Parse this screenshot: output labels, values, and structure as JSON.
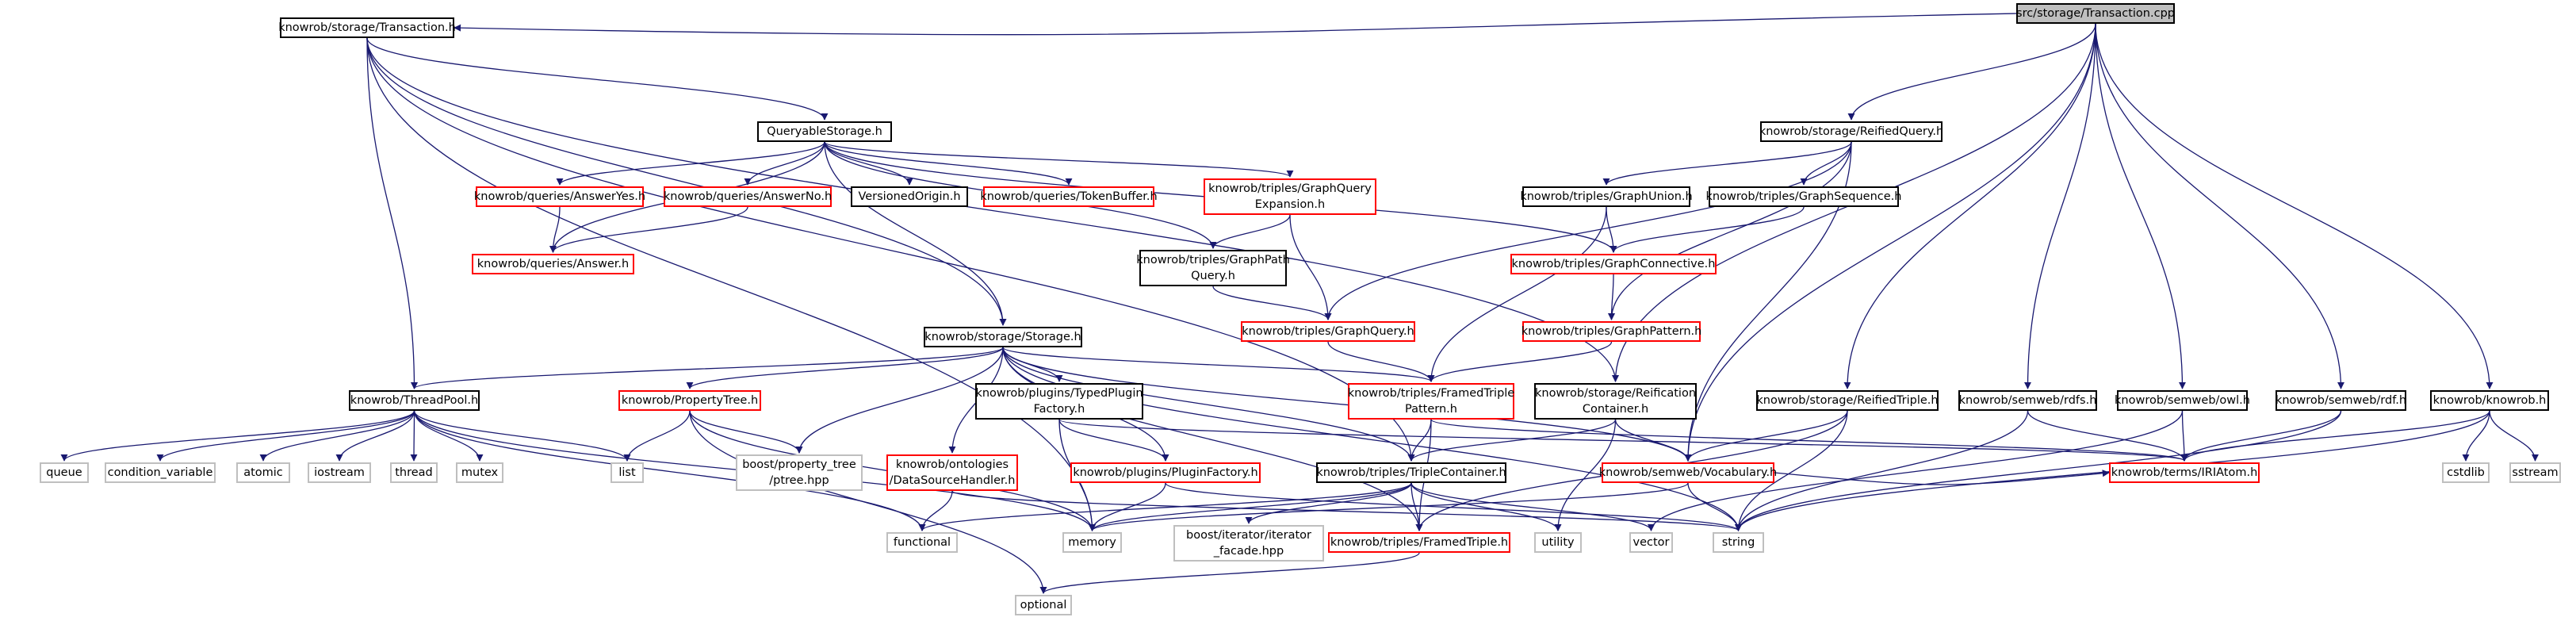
{
  "diagram": {
    "nodes": [
      {
        "id": "root",
        "label": "src/storage/Transaction.cpp",
        "style": "root"
      },
      {
        "id": "txn",
        "label": "knowrob/storage/Transaction.h",
        "style": "normal"
      },
      {
        "id": "qs",
        "label": "QueryableStorage.h",
        "style": "normal"
      },
      {
        "id": "reifq",
        "label": "knowrob/storage/ReifiedQuery.h",
        "style": "normal"
      },
      {
        "id": "ayes",
        "label": "knowrob/queries/AnswerYes.h",
        "style": "red"
      },
      {
        "id": "ano",
        "label": "knowrob/queries/AnswerNo.h",
        "style": "red"
      },
      {
        "id": "vorig",
        "label": "VersionedOrigin.h",
        "style": "normal"
      },
      {
        "id": "tokbuf",
        "label": "knowrob/queries/TokenBuffer.h",
        "style": "red"
      },
      {
        "id": "gqexp",
        "label": "knowrob/triples/GraphQuery\nExpansion.h",
        "style": "red"
      },
      {
        "id": "gunion",
        "label": "knowrob/triples/GraphUnion.h",
        "style": "normal"
      },
      {
        "id": "gseq",
        "label": "knowrob/triples/GraphSequence.h",
        "style": "normal"
      },
      {
        "id": "answer",
        "label": "knowrob/queries/Answer.h",
        "style": "red"
      },
      {
        "id": "gpath",
        "label": "knowrob/triples/GraphPath\nQuery.h",
        "style": "normal"
      },
      {
        "id": "gconn",
        "label": "knowrob/triples/GraphConnective.h",
        "style": "red"
      },
      {
        "id": "storage",
        "label": "knowrob/storage/Storage.h",
        "style": "normal"
      },
      {
        "id": "gquery",
        "label": "knowrob/triples/GraphQuery.h",
        "style": "red"
      },
      {
        "id": "gpattern",
        "label": "knowrob/triples/GraphPattern.h",
        "style": "red"
      },
      {
        "id": "tpool",
        "label": "knowrob/ThreadPool.h",
        "style": "normal"
      },
      {
        "id": "ptree",
        "label": "knowrob/PropertyTree.h",
        "style": "red"
      },
      {
        "id": "typedplug",
        "label": "knowrob/plugins/TypedPlugin\nFactory.h",
        "style": "normal"
      },
      {
        "id": "framedpat",
        "label": "knowrob/triples/FramedTriple\nPattern.h",
        "style": "red"
      },
      {
        "id": "reifcont",
        "label": "knowrob/storage/Reification\nContainer.h",
        "style": "normal"
      },
      {
        "id": "reiftrip",
        "label": "knowrob/storage/ReifiedTriple.h",
        "style": "normal"
      },
      {
        "id": "rdfs",
        "label": "knowrob/semweb/rdfs.h",
        "style": "normal"
      },
      {
        "id": "owl",
        "label": "knowrob/semweb/owl.h",
        "style": "normal"
      },
      {
        "id": "rdf",
        "label": "knowrob/semweb/rdf.h",
        "style": "normal"
      },
      {
        "id": "knowrob",
        "label": "knowrob/knowrob.h",
        "style": "normal"
      },
      {
        "id": "queue",
        "label": "queue",
        "style": "sys"
      },
      {
        "id": "condvar",
        "label": "condition_variable",
        "style": "sys"
      },
      {
        "id": "atomic",
        "label": "atomic",
        "style": "sys"
      },
      {
        "id": "iostream",
        "label": "iostream",
        "style": "sys"
      },
      {
        "id": "thread",
        "label": "thread",
        "style": "sys"
      },
      {
        "id": "mutex",
        "label": "mutex",
        "style": "sys"
      },
      {
        "id": "list",
        "label": "list",
        "style": "sys"
      },
      {
        "id": "bptree",
        "label": "boost/property_tree\n/ptree.hpp",
        "style": "sys"
      },
      {
        "id": "dsh",
        "label": "knowrob/ontologies\n/DataSourceHandler.h",
        "style": "red"
      },
      {
        "id": "plugfac",
        "label": "knowrob/plugins/PluginFactory.h",
        "style": "red"
      },
      {
        "id": "tcont",
        "label": "knowrob/triples/TripleContainer.h",
        "style": "normal"
      },
      {
        "id": "vocab",
        "label": "knowrob/semweb/Vocabulary.h",
        "style": "red"
      },
      {
        "id": "iriatom",
        "label": "knowrob/terms/IRIAtom.h",
        "style": "red"
      },
      {
        "id": "cstdlib",
        "label": "cstdlib",
        "style": "sys"
      },
      {
        "id": "sstream",
        "label": "sstream",
        "style": "sys"
      },
      {
        "id": "functional",
        "label": "functional",
        "style": "sys"
      },
      {
        "id": "memory",
        "label": "memory",
        "style": "sys"
      },
      {
        "id": "boostiter",
        "label": "boost/iterator/iterator\n_facade.hpp",
        "style": "sys"
      },
      {
        "id": "framedtrip",
        "label": "knowrob/triples/FramedTriple.h",
        "style": "red"
      },
      {
        "id": "utility",
        "label": "utility",
        "style": "sys"
      },
      {
        "id": "vector",
        "label": "vector",
        "style": "sys"
      },
      {
        "id": "string",
        "label": "string",
        "style": "sys"
      },
      {
        "id": "optional",
        "label": "optional",
        "style": "sys"
      }
    ],
    "edges": [
      [
        "root",
        "txn"
      ],
      [
        "root",
        "reifq"
      ],
      [
        "root",
        "reifcont"
      ],
      [
        "root",
        "reiftrip"
      ],
      [
        "root",
        "rdfs"
      ],
      [
        "root",
        "owl"
      ],
      [
        "root",
        "rdf"
      ],
      [
        "root",
        "knowrob"
      ],
      [
        "root",
        "vocab"
      ],
      [
        "txn",
        "qs"
      ],
      [
        "txn",
        "storage"
      ],
      [
        "txn",
        "tpool"
      ],
      [
        "txn",
        "tcont"
      ],
      [
        "txn",
        "memory"
      ],
      [
        "txn",
        "reifcont"
      ],
      [
        "qs",
        "ayes"
      ],
      [
        "qs",
        "ano"
      ],
      [
        "qs",
        "vorig"
      ],
      [
        "qs",
        "tokbuf"
      ],
      [
        "qs",
        "gqexp"
      ],
      [
        "qs",
        "gpath"
      ],
      [
        "qs",
        "gconn"
      ],
      [
        "qs",
        "storage"
      ],
      [
        "qs",
        "answer"
      ],
      [
        "ayes",
        "answer"
      ],
      [
        "ano",
        "answer"
      ],
      [
        "gqexp",
        "gpath"
      ],
      [
        "gqexp",
        "gquery"
      ],
      [
        "gpath",
        "gquery"
      ],
      [
        "reifq",
        "gunion"
      ],
      [
        "reifq",
        "gseq"
      ],
      [
        "reifq",
        "gquery"
      ],
      [
        "reifq",
        "gpattern"
      ],
      [
        "reifq",
        "vocab"
      ],
      [
        "gunion",
        "gconn"
      ],
      [
        "gunion",
        "framedpat"
      ],
      [
        "gseq",
        "gconn"
      ],
      [
        "gconn",
        "gpattern"
      ],
      [
        "gquery",
        "framedpat"
      ],
      [
        "gpattern",
        "framedpat"
      ],
      [
        "storage",
        "tpool"
      ],
      [
        "storage",
        "ptree"
      ],
      [
        "storage",
        "typedplug"
      ],
      [
        "storage",
        "dsh"
      ],
      [
        "storage",
        "plugfac"
      ],
      [
        "storage",
        "framedpat"
      ],
      [
        "storage",
        "tcont"
      ],
      [
        "storage",
        "bptree"
      ],
      [
        "storage",
        "vocab"
      ],
      [
        "storage",
        "string"
      ],
      [
        "storage",
        "framedtrip"
      ],
      [
        "tpool",
        "queue"
      ],
      [
        "tpool",
        "condvar"
      ],
      [
        "tpool",
        "atomic"
      ],
      [
        "tpool",
        "iostream"
      ],
      [
        "tpool",
        "thread"
      ],
      [
        "tpool",
        "mutex"
      ],
      [
        "tpool",
        "list"
      ],
      [
        "tpool",
        "functional"
      ],
      [
        "tpool",
        "memory"
      ],
      [
        "ptree",
        "list"
      ],
      [
        "ptree",
        "bptree"
      ],
      [
        "ptree",
        "memory"
      ],
      [
        "ptree",
        "optional"
      ],
      [
        "typedplug",
        "plugfac"
      ],
      [
        "typedplug",
        "memory"
      ],
      [
        "typedplug",
        "iriatom"
      ],
      [
        "dsh",
        "functional"
      ],
      [
        "dsh",
        "string"
      ],
      [
        "plugfac",
        "memory"
      ],
      [
        "plugfac",
        "string"
      ],
      [
        "framedpat",
        "tcont"
      ],
      [
        "framedpat",
        "framedtrip"
      ],
      [
        "framedpat",
        "iriatom"
      ],
      [
        "reifcont",
        "tcont"
      ],
      [
        "reifcont",
        "vocab"
      ],
      [
        "reifcont",
        "utility"
      ],
      [
        "reiftrip",
        "vocab"
      ],
      [
        "reiftrip",
        "framedtrip"
      ],
      [
        "reiftrip",
        "string"
      ],
      [
        "tcont",
        "framedtrip"
      ],
      [
        "tcont",
        "memory"
      ],
      [
        "tcont",
        "boostiter"
      ],
      [
        "tcont",
        "utility"
      ],
      [
        "tcont",
        "vector"
      ],
      [
        "tcont",
        "functional"
      ],
      [
        "vocab",
        "iriatom"
      ],
      [
        "vocab",
        "string"
      ],
      [
        "vocab",
        "memory"
      ],
      [
        "rdfs",
        "iriatom"
      ],
      [
        "rdfs",
        "string"
      ],
      [
        "owl",
        "iriatom"
      ],
      [
        "owl",
        "vector"
      ],
      [
        "rdf",
        "iriatom"
      ],
      [
        "rdf",
        "string"
      ],
      [
        "knowrob",
        "iriatom"
      ],
      [
        "knowrob",
        "cstdlib"
      ],
      [
        "knowrob",
        "sstream"
      ],
      [
        "knowrob",
        "string"
      ],
      [
        "framedtrip",
        "optional"
      ]
    ],
    "colors": {
      "edge": "#191970",
      "normal_border": "#000000",
      "red_border": "#ff0000",
      "system_border": "#bfbfbf",
      "root_fill": "#bfbfbf"
    }
  }
}
